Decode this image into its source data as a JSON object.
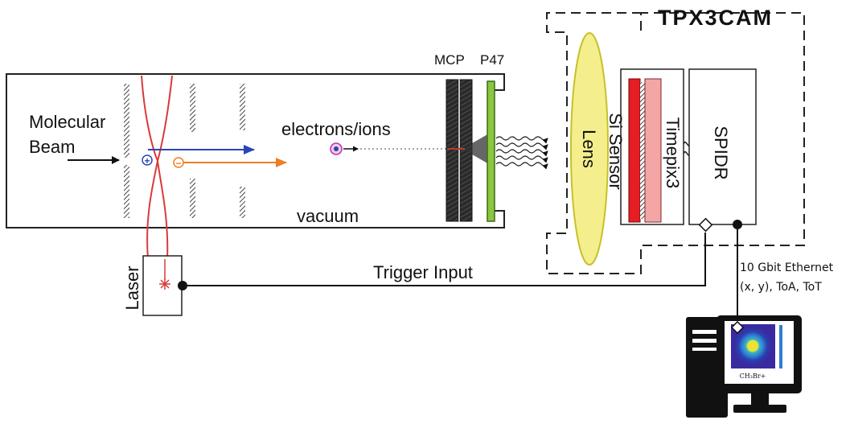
{
  "title": "TPX3CAM",
  "labels": {
    "mcp": "MCP",
    "p47": "P47",
    "molecular_beam_line1": "Molecular",
    "molecular_beam_line2": "Beam",
    "electrons_ions": "electrons/ions",
    "vacuum": "vacuum",
    "lens": "Lens",
    "si_sensor": "Si Sensor",
    "timepix3": "Timepix3",
    "spidr": "SPIDR",
    "laser": "Laser",
    "trigger_input": "Trigger Input",
    "ethernet_line1": "10 Gbit Ethernet",
    "ethernet_line2": "(x, y), ToA, ToT",
    "screen_caption": "CH₃Br+"
  },
  "colors": {
    "laser_beam": "#d93a3a",
    "ion_positive": "#2a45b8",
    "ion_negative": "#ef7d22",
    "lens": "#f4ef8c",
    "lens_stroke": "#c9c02a",
    "si_sensor": "#e51e25",
    "timepix3": "#f4a6a6",
    "phosphor": "#8cc63f",
    "plate": "#555555"
  },
  "symbols": {
    "positive": "+",
    "negative": "−"
  }
}
